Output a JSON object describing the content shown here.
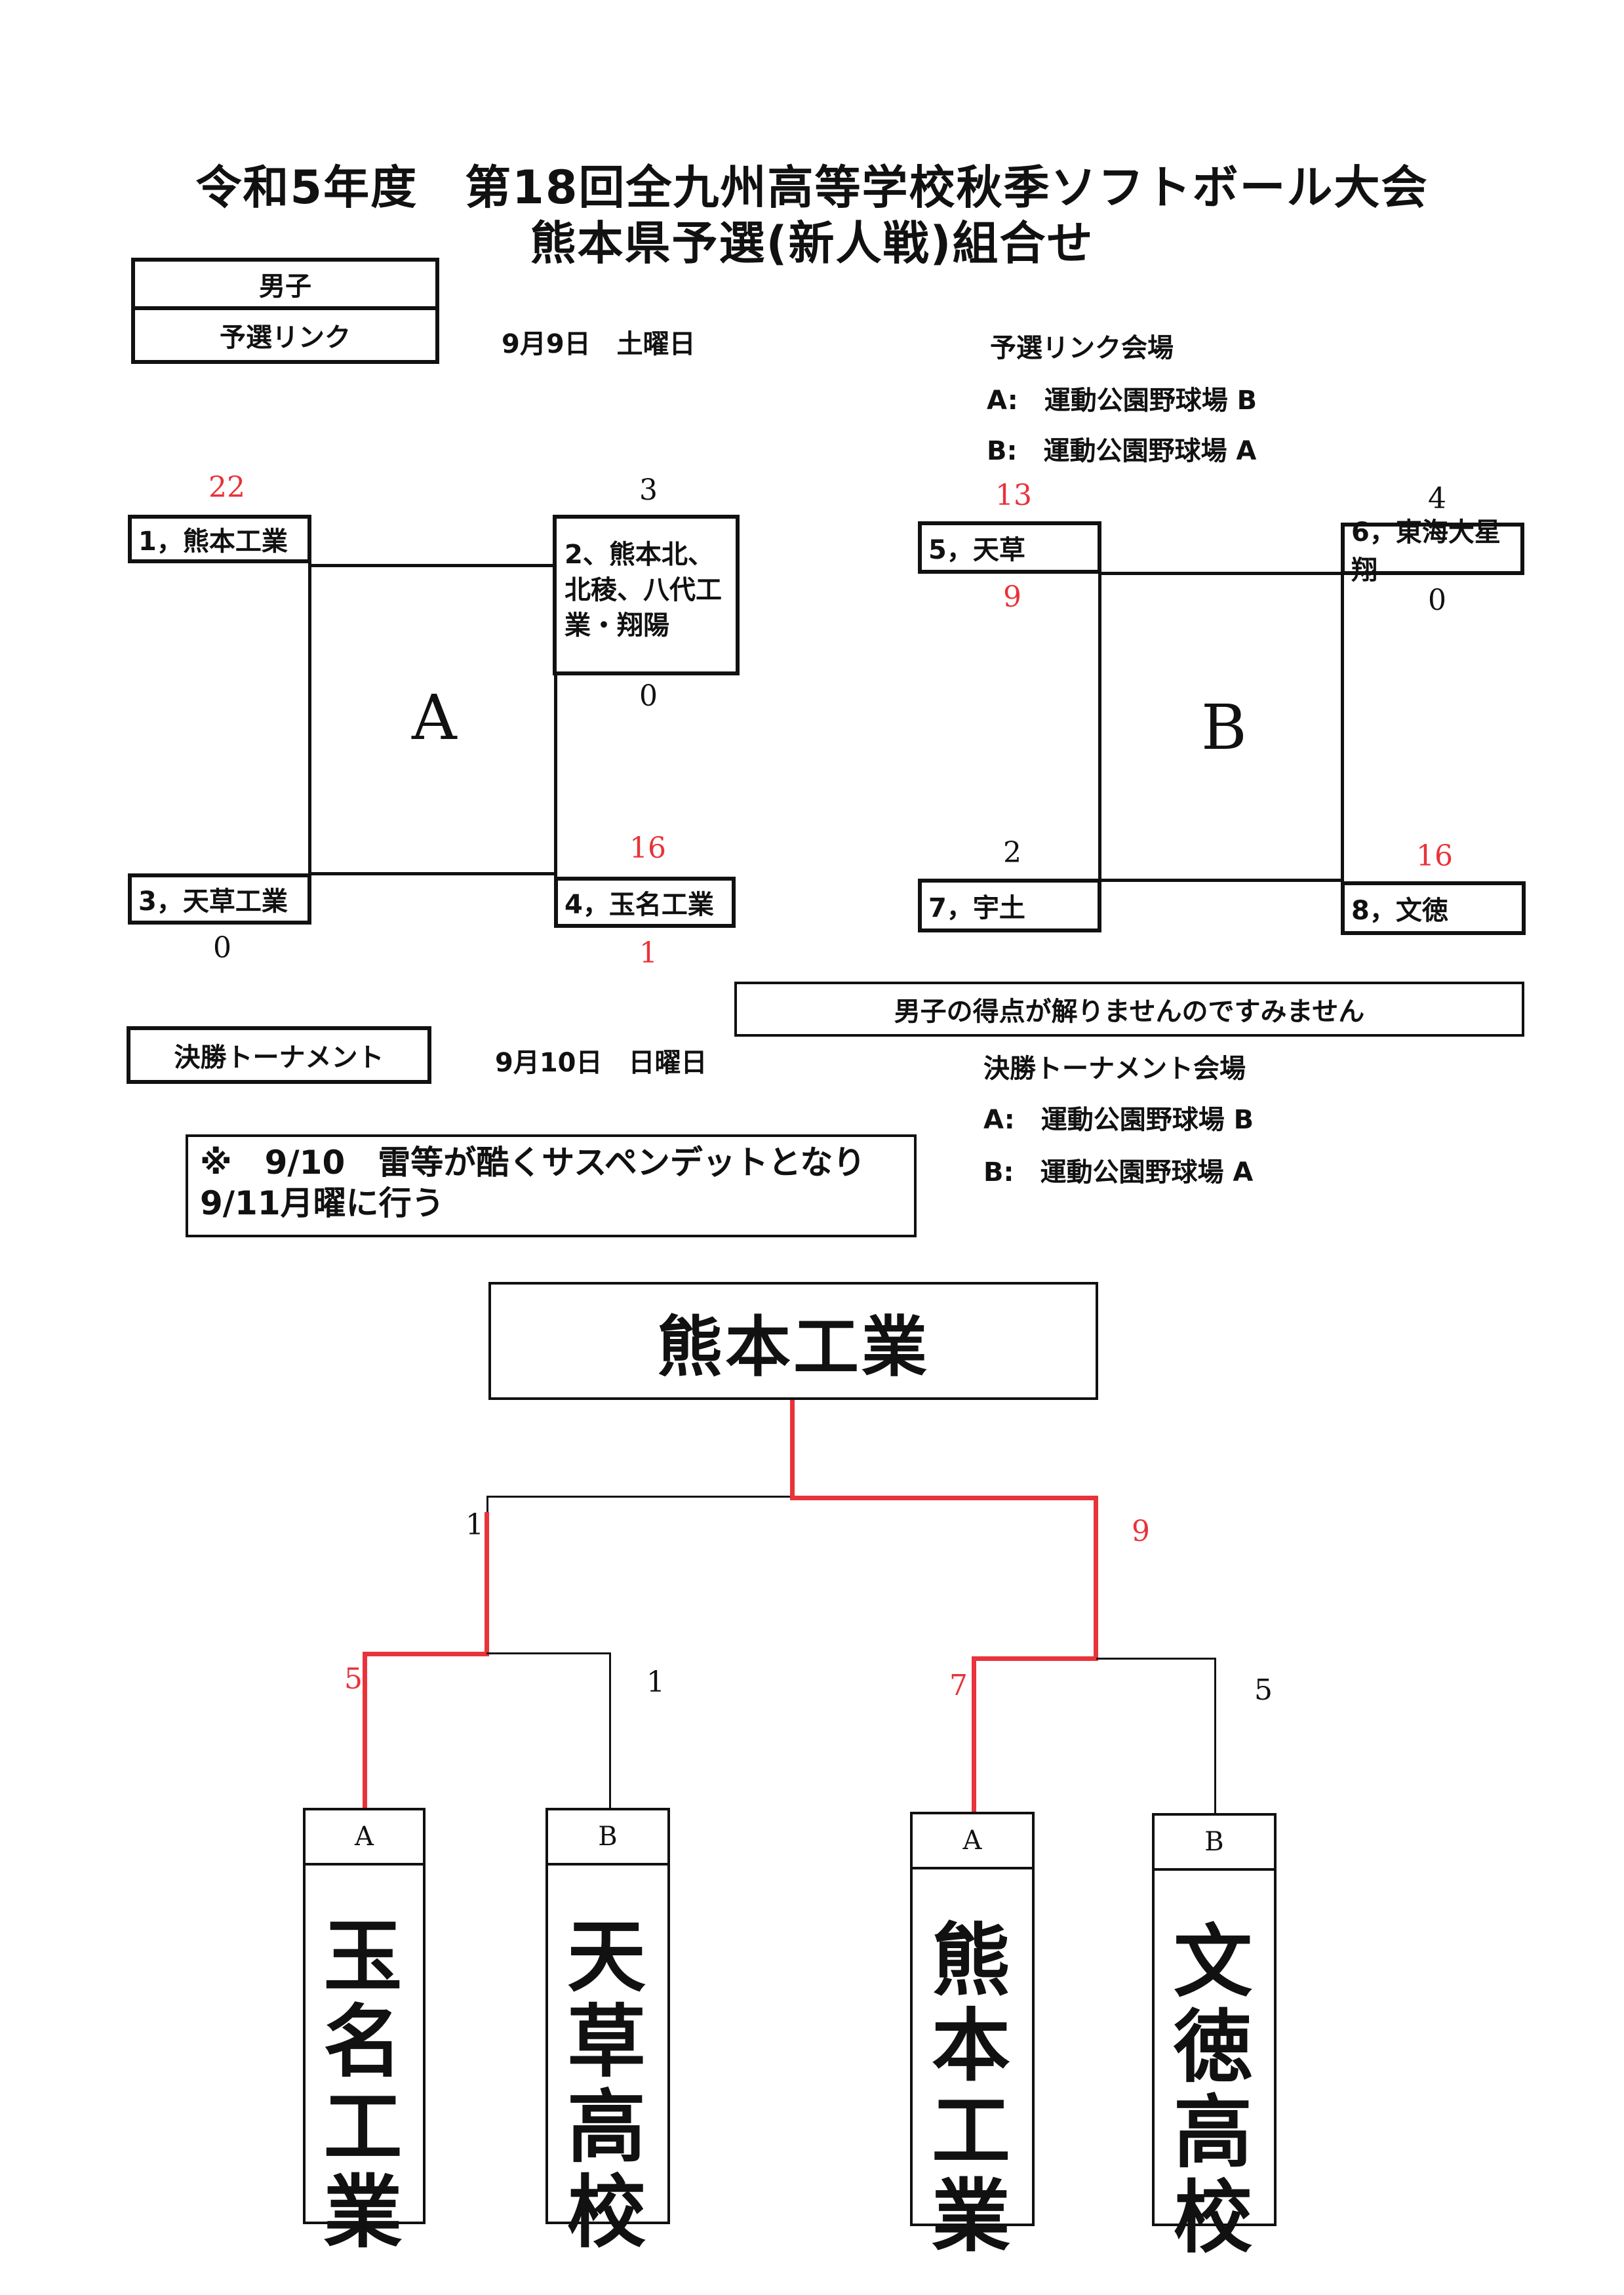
{
  "title": {
    "line1": "令和5年度　第18回全九州高等学校秋季ソフトボール大会",
    "line2": "熊本県予選(新人戦)組合せ"
  },
  "division": "男子",
  "preliminary": {
    "label": "予選リンク",
    "date": "9月9日　土曜日",
    "venue_title": "予選リンク会場",
    "venues": [
      "A:　運動公園野球場 B",
      "B:　運動公園野球場 A"
    ]
  },
  "groupA": {
    "name": "A",
    "teams": [
      "1，熊本工業",
      "2、熊本北、北稜、八代工業・翔陽",
      "3，天草工業",
      "4，玉名工業"
    ],
    "team2_lines": [
      "2、熊本北、",
      "北稜、八代工",
      "業・翔陽"
    ],
    "scores": {
      "t1_top": "22",
      "t2_top": "3",
      "t2_bottom": "0",
      "t4_top": "16",
      "t3_bottom": "0",
      "t4_bottom": "1"
    }
  },
  "groupB": {
    "name": "B",
    "teams": [
      "5，天草",
      "6，東海大星翔",
      "7，宇土",
      "8，文徳"
    ],
    "scores": {
      "t5_top": "13",
      "t5_bottom": "9",
      "t6_top": "4",
      "t6_bottom": "0",
      "t7_top": "2",
      "t8_top": "16"
    }
  },
  "note_scores": "男子の得点が解りませんのですみません",
  "final": {
    "label": "決勝トーナメント",
    "date": "9月10日　日曜日",
    "venue_title": "決勝トーナメント会場",
    "venues": [
      "A:　運動公園野球場 B",
      "B:　運動公園野球場 A"
    ],
    "notice_line1": "※　9/10　雷等が酷くサスペンデットとなり",
    "notice_line2": "9/11月曜に行う",
    "champion": "熊本工業",
    "finalists": [
      {
        "group": "A",
        "name": "玉名工業"
      },
      {
        "group": "B",
        "name": "天草高校"
      },
      {
        "group": "A",
        "name": "熊本工業"
      },
      {
        "group": "B",
        "name": "文徳高校"
      }
    ],
    "scores": {
      "semi1_left": "5",
      "semi1_right": "1",
      "semi2_left": "7",
      "semi2_right": "5",
      "final_left": "1",
      "final_right": "9"
    }
  },
  "colors": {
    "winner_line": "#e8333a",
    "line": "#111111"
  }
}
